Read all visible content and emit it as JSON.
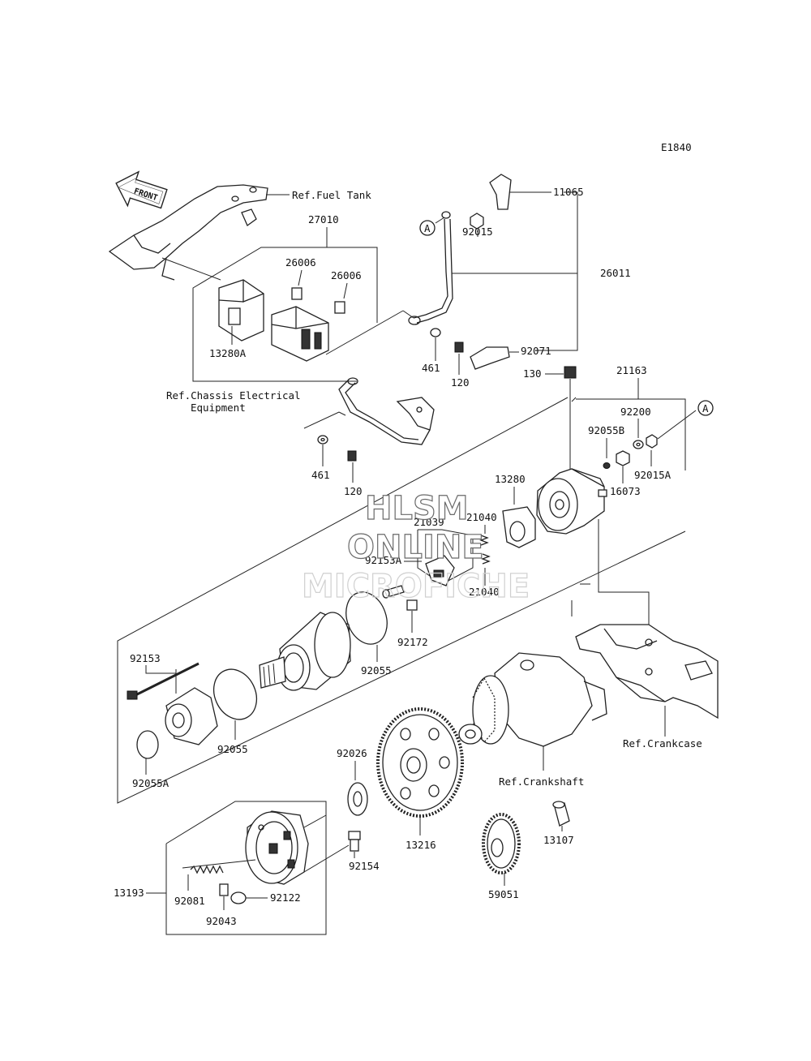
{
  "diagram_code": "E1840",
  "front_label": "FRONT",
  "refs": {
    "fuel_tank": "Ref.Fuel Tank",
    "chassis_line1": "Ref.Chassis Electrical",
    "chassis_line2": "Equipment",
    "crankcase": "Ref.Crankcase",
    "crankshaft": "Ref.Crankshaft"
  },
  "callout_letter": "A",
  "watermark": {
    "line1": "HLSM",
    "line2": "ONLINE",
    "line3": "MICROFICHE"
  },
  "part_numbers": {
    "p11065": "11065",
    "p92015": "92015",
    "p26011": "26011",
    "p27010": "27010",
    "p26006a": "26006",
    "p26006b": "26006",
    "p13280A": "13280A",
    "p461a": "461",
    "p120a": "120",
    "p92071": "92071",
    "p130": "130",
    "p21163": "21163",
    "p92200": "92200",
    "p92055B": "92055B",
    "p92015A": "92015A",
    "p16073": "16073",
    "p461b": "461",
    "p120b": "120",
    "p13280": "13280",
    "p21040a": "21040",
    "p21039": "21039",
    "p92153A": "92153A",
    "p21040b": "21040",
    "p92172": "92172",
    "p92055a": "92055",
    "p92153": "92153",
    "p92055b": "92055",
    "p92055A": "92055A",
    "p92026": "92026",
    "p13216": "13216",
    "p13107": "13107",
    "p92154": "92154",
    "p59051": "59051",
    "p13193": "13193",
    "p92081": "92081",
    "p92122": "92122",
    "p92043": "92043"
  }
}
